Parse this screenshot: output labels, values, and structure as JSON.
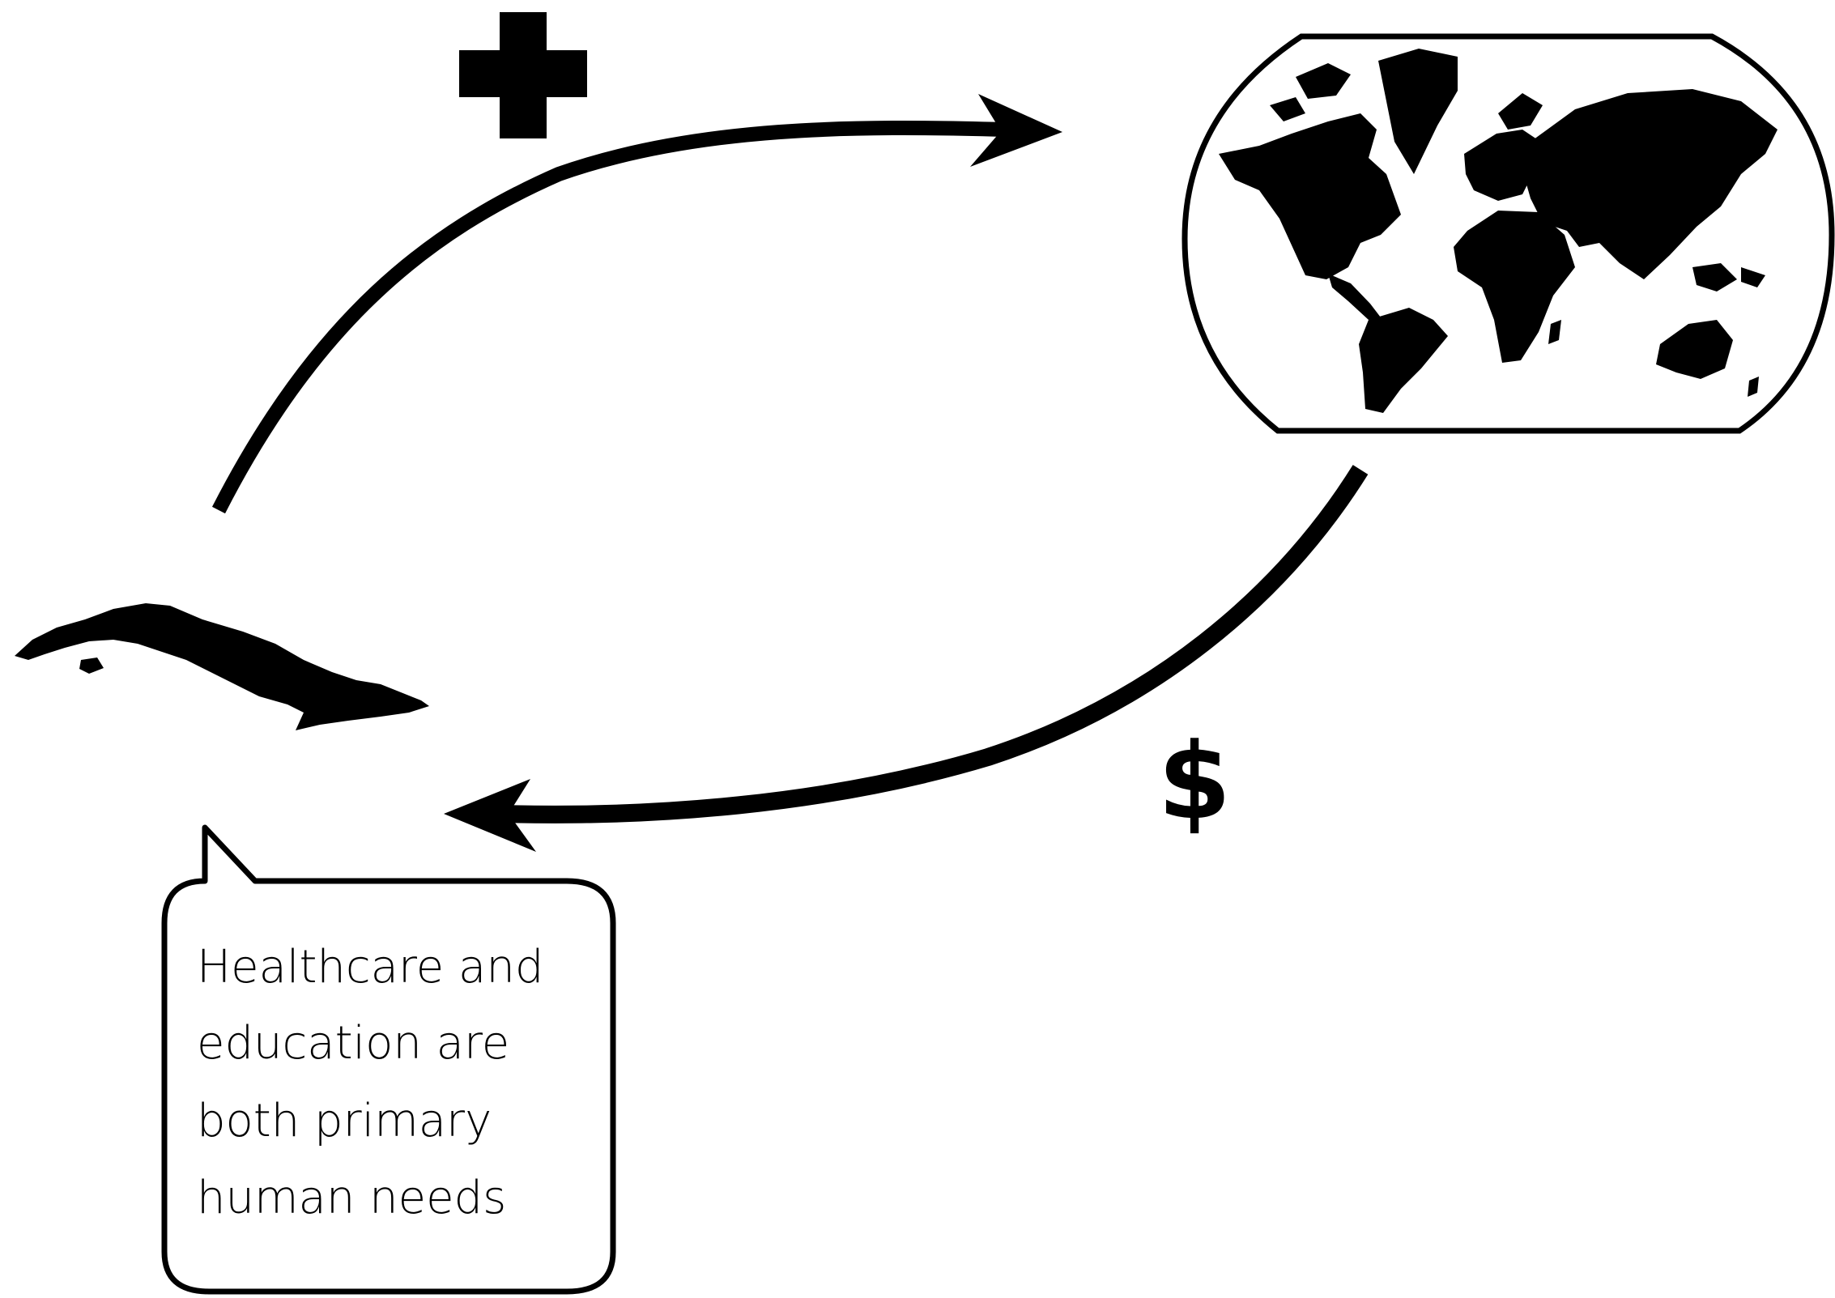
{
  "speech_bubble": {
    "lines": [
      "Healthcare and",
      "education are",
      "both primary",
      "human needs"
    ]
  },
  "money_label": "$",
  "icons": {
    "cross": "medical-cross-icon",
    "world": "world-map-icon",
    "island": "cuba-island-icon"
  },
  "colors": {
    "ink": "#000000",
    "paper": "#ffffff"
  }
}
